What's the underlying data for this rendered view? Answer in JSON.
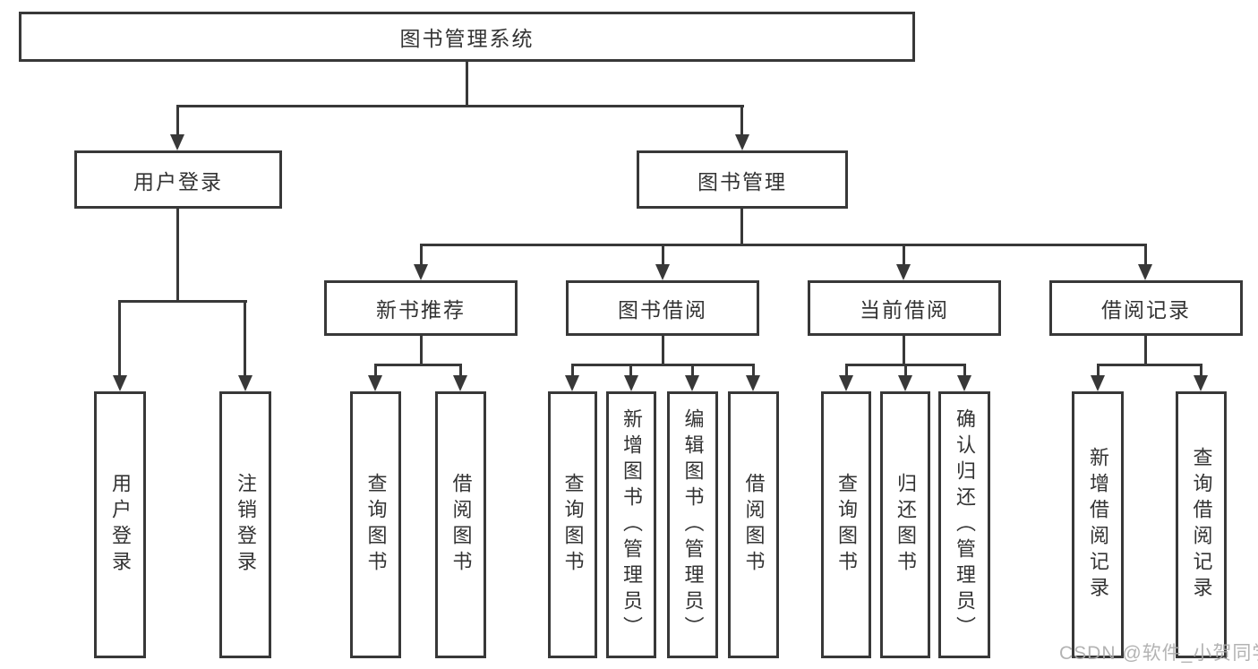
{
  "diagram": {
    "title": "图书管理系统",
    "tree": {
      "root": {
        "label": "图书管理系统",
        "children": [
          {
            "label": "用户登录",
            "children": [
              {
                "label": "用户登录"
              },
              {
                "label": "注销登录"
              }
            ]
          },
          {
            "label": "图书管理",
            "children": [
              {
                "label": "新书推荐",
                "children": [
                  {
                    "label": "查询图书"
                  },
                  {
                    "label": "借阅图书"
                  }
                ]
              },
              {
                "label": "图书借阅",
                "children": [
                  {
                    "label": "查询图书"
                  },
                  {
                    "label": "新增图书（管理员）"
                  },
                  {
                    "label": "编辑图书（管理员）"
                  },
                  {
                    "label": "借阅图书"
                  }
                ]
              },
              {
                "label": "当前借阅",
                "children": [
                  {
                    "label": "查询图书"
                  },
                  {
                    "label": "归还图书"
                  },
                  {
                    "label": "确认归还（管理员）"
                  }
                ]
              },
              {
                "label": "借阅记录",
                "children": [
                  {
                    "label": "新增借阅记录"
                  },
                  {
                    "label": "查询借阅记录"
                  }
                ]
              }
            ]
          }
        ]
      }
    },
    "colors": {
      "line": "#383838",
      "text": "#333333",
      "background": "#ffffff"
    }
  },
  "watermark": {
    "text": "CSDN @软件_小贺同学",
    "color": "#ababab"
  }
}
